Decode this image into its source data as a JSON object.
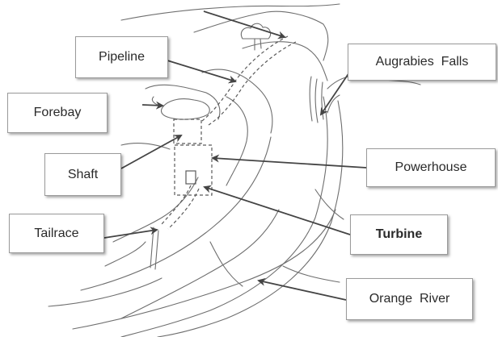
{
  "labels": {
    "pipeline": "Pipeline",
    "augrabies_falls": "Augrabies  Falls",
    "forebay": "Forebay",
    "shaft": "Shaft",
    "powerhouse": "Powerhouse",
    "tailrace": "Tailrace",
    "turbine": "Turbine",
    "orange_river": "Orange  River"
  },
  "colors": {
    "sketch_line": "#6e6e6e",
    "arrow": "#444444",
    "box_border": "#9a9a9a",
    "text": "#2a2a2a"
  }
}
